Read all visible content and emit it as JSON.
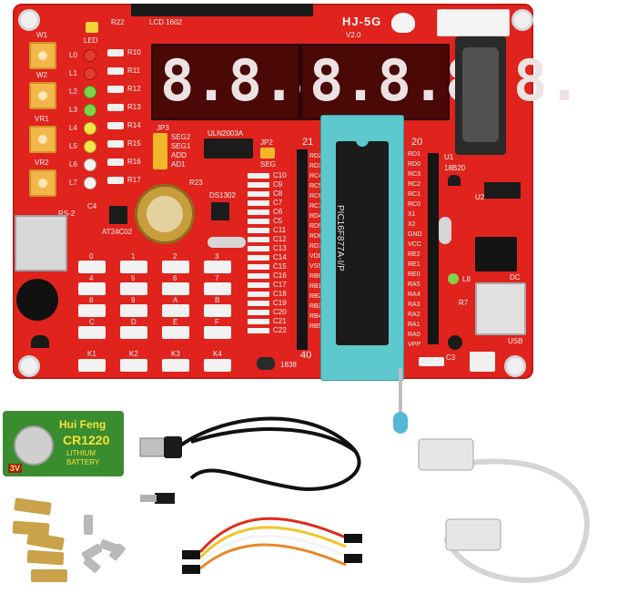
{
  "board": {
    "model": "HJ-5G",
    "version": "V2.0",
    "lcd_label": "LCD 1602",
    "led_label": "LED",
    "r22": "R22",
    "jp3": "JP3",
    "seg2": "SEG2",
    "seg1": "SEG1",
    "add": "ADD",
    "ad1": "AD1",
    "uln": "ULN2003A",
    "jp2": "JP2",
    "seg": "SEG",
    "ds1302": "DS1302",
    "r23": "R23",
    "at24c02": "AT24C02",
    "pin21": "21",
    "pin20": "20",
    "pin40": "40",
    "u1": "U1",
    "u2": "U2",
    "ic18b20": "18B20",
    "c4": "C4",
    "rs2": "RS-2",
    "dc": "DC",
    "usb": "USB",
    "ic_1838": "1838",
    "l8": "L8",
    "r7": "R7",
    "c3": "C3",
    "chip_text": "PIC16F877A-I/P"
  },
  "pots": [
    "W1",
    "W2",
    "VR1",
    "VR2"
  ],
  "leds": [
    "L0",
    "L1",
    "L2",
    "L3",
    "L4",
    "L5",
    "L6",
    "L7"
  ],
  "resistors_left": [
    "R10",
    "R11",
    "R12",
    "R13",
    "R14",
    "R15",
    "R16",
    "R17"
  ],
  "seg_pins_left": [
    "RD2",
    "RD3",
    "RC4",
    "RC5",
    "RC6",
    "RC7",
    "RD4",
    "RD5",
    "RD6",
    "RD7",
    "VDD",
    "VSS",
    "RB0",
    "RB1",
    "RB2",
    "RB3",
    "RB4",
    "RB5"
  ],
  "resistors_mid": [
    "C10",
    "C9",
    "C8",
    "C7",
    "C6",
    "C5",
    "C11",
    "C12",
    "C13",
    "C14",
    "C15",
    "C16",
    "C17",
    "C18",
    "C19",
    "C20",
    "C21",
    "C22"
  ],
  "pins_right": [
    "RD1",
    "RD0",
    "RC3",
    "RC2",
    "RC1",
    "RC0",
    "X1",
    "X2",
    "GND",
    "VCC",
    "RE2",
    "RE1",
    "RE0",
    "RA5",
    "RA4",
    "RA3",
    "RA2",
    "RA1",
    "RA0",
    "VPP"
  ],
  "keypad": [
    "0",
    "1",
    "2",
    "3",
    "4",
    "5",
    "6",
    "7",
    "8",
    "9",
    "A",
    "B",
    "C",
    "D",
    "E",
    "F"
  ],
  "k_buttons": [
    "K1",
    "K2",
    "K3",
    "K4"
  ],
  "battery": {
    "brand": "Hui Feng",
    "model": "CR1220",
    "line1": "LITHIUM",
    "line2": "BATTERY",
    "voltage": "3V"
  },
  "colors": {
    "pcb": "#e0231d",
    "pcb_dark": "#b5140f",
    "segment_on": "#ffffff",
    "zif_socket": "#5ec8cf",
    "battery_green": "#3a8d2f"
  }
}
